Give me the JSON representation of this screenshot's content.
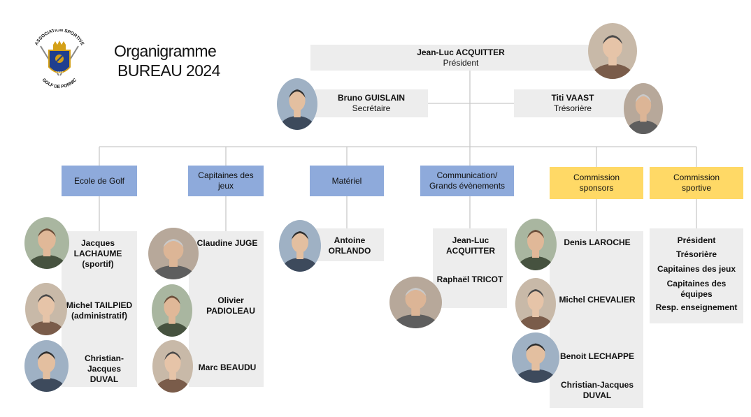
{
  "header": {
    "title_line1": "Organigramme",
    "title_line2": "BUREAU 2024",
    "logo_top_text": "ASSOCIATION SPORTIVE",
    "logo_bottom_text": "GOLF DE PORNIC",
    "logo_year": "1912"
  },
  "president": {
    "name": "Jean-Luc ACQUITTER",
    "role": "Président"
  },
  "secretary": {
    "name": "Bruno GUISLAIN",
    "role": "Secrétaire"
  },
  "treasurer": {
    "name": "Titi VAAST",
    "role": "Trésorière"
  },
  "departments": [
    {
      "label": "Ecole de Golf",
      "color": "#8eaadb"
    },
    {
      "label": "Capitaines des jeux",
      "color": "#8eaadb"
    },
    {
      "label": "Matériel",
      "color": "#8eaadb"
    },
    {
      "label": "Communication/ Grands évènements",
      "color": "#8eaadb"
    },
    {
      "label": "Commission sponsors",
      "color": "#ffd966"
    },
    {
      "label": "Commission sportive",
      "color": "#ffd966"
    }
  ],
  "ecole": [
    "Jacques LACHAUME (sportif)",
    "Michel TAILPIED (administratif)",
    "Christian-Jacques DUVAL"
  ],
  "capitaines": [
    "Claudine JUGE",
    "Olivier PADIOLEAU",
    "Marc BEAUDU"
  ],
  "materiel": [
    "Antoine ORLANDO"
  ],
  "communication": [
    "Jean-Luc ACQUITTER",
    "Raphaël TRICOT"
  ],
  "sponsors": [
    "Denis LAROCHE",
    "Michel CHEVALIER",
    "Benoit LECHAPPE",
    "Christian-Jacques DUVAL"
  ],
  "sportive": [
    "Président",
    "Trésorière",
    "Capitaines des jeux",
    "Capitaines des équipes",
    "Resp. enseignement"
  ],
  "colors": {
    "box_grey": "#ededed",
    "line": "#c9c9c9"
  }
}
